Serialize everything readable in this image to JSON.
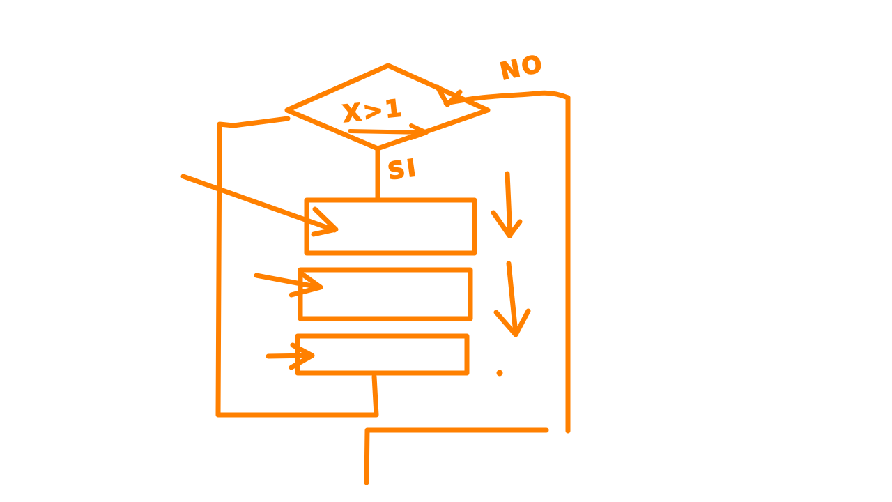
{
  "colors": {
    "ink": "#ff8000",
    "background": "#ffffff"
  },
  "labels": {
    "condition": "X>1",
    "yes": "SI",
    "no": "NO"
  }
}
